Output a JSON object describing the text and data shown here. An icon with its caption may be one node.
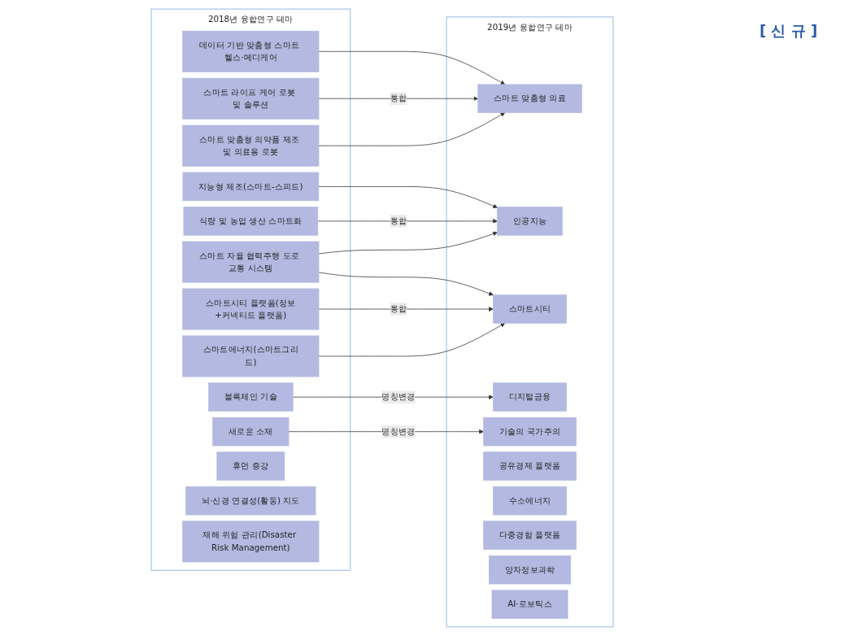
{
  "diagram": {
    "nodes": [
      {
        "text": [
          "2018년 융합연구 테마"
        ]
      },
      {
        "text": [
          "데이터 기반 맞춤형 스마트 헬스·메디케어"
        ],
        "in": 0
      },
      {
        "text": [
          "스마트 라이프 케어 로봇 및 솔루션"
        ],
        "in": 0
      },
      {
        "text": [
          "스마트 맞춤형 의약품 제조 및 의료용 로봇"
        ],
        "in": 0
      },
      {
        "text": [
          "지능형 제조(스마트-스피드)"
        ],
        "in": 0
      },
      {
        "text": [
          "식량 및 농업 생산 스마트화"
        ],
        "in": 0
      },
      {
        "text": [
          "스마트 자율 협력주행 도로 교통 시스템"
        ],
        "in": 0
      },
      {
        "text": [
          "스마트시티 플랫폼(정보+커넥티드 플랫폼)"
        ],
        "in": 0
      },
      {
        "text": [
          "스마트에너지(스마트그리드)"
        ],
        "in": 0
      },
      {
        "text": [
          "블록체인 기술"
        ],
        "in": 0
      },
      {
        "text": [
          "새로운 소재"
        ],
        "in": 0
      },
      {
        "text": [
          "휴먼 증강"
        ],
        "in": 0
      },
      {
        "text": [
          "뇌·신경 연결성(활동) 지도"
        ],
        "in": 0
      },
      {
        "text": [
          "재해 위험 관리(Disaster Risk Management)"
        ],
        "in": 0
      },
      {
        "text": [
          "2019년 융합연구 테마"
        ]
      },
      {
        "text": [
          "스마트 맞춤형 의료"
        ],
        "in": 14
      },
      {
        "text": [
          "인공지능"
        ],
        "in": 14
      },
      {
        "text": [
          "스마트시티"
        ],
        "in": 14
      },
      {
        "text": [
          "디지털금융"
        ],
        "in": 14
      },
      {
        "text": [
          "기술의 국가주의"
        ],
        "in": 14
      },
      {
        "text": [
          "공유경제 플랫폼"
        ],
        "in": 14
      },
      {
        "text": [
          "수소에너지"
        ],
        "in": 14
      },
      {
        "text": [
          "다중경험 플랫폼"
        ],
        "in": 14
      },
      {
        "text": [
          "양자정보과학"
        ],
        "in": 14
      },
      {
        "text": [
          "AI·로보틱스"
        ],
        "in": 14
      }
    ],
    "edges": [
      {
        "from": 1,
        "to": 15,
        "arrow": "to"
      },
      {
        "from": 2,
        "to": 15,
        "arrow": "to",
        "label": "통합"
      },
      {
        "from": 3,
        "to": 15,
        "arrow": "to"
      },
      {
        "from": 4,
        "to": 16,
        "arrow": "to"
      },
      {
        "from": 5,
        "to": 16,
        "arrow": "to",
        "label": "통합"
      },
      {
        "from": 6,
        "to": 16,
        "arrow": "to"
      },
      {
        "from": 6,
        "to": 17,
        "arrow": "to"
      },
      {
        "from": 7,
        "to": 17,
        "arrow": "to",
        "label": "통합"
      },
      {
        "from": 8,
        "to": 17,
        "arrow": "to"
      },
      {
        "from": 9,
        "to": 18,
        "arrow": "to",
        "label": "명칭변경"
      },
      {
        "from": 10,
        "to": 19,
        "arrow": "to",
        "label": "명칭변경"
      }
    ],
    "labels": [
      "[ 신 규 ]"
    ]
  }
}
